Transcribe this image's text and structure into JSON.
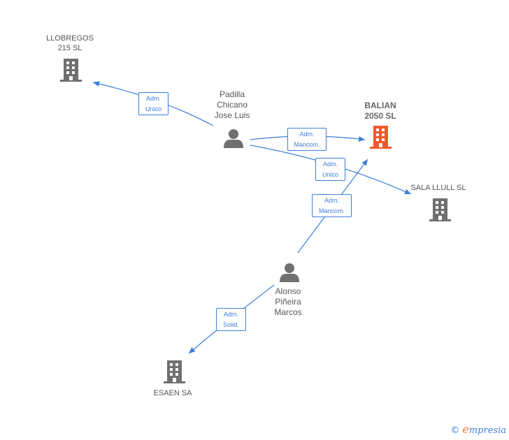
{
  "nodes": {
    "llobregos": {
      "type": "company",
      "label": "LLOBREGOS\n215 SL",
      "color": "#707070"
    },
    "balian": {
      "type": "company",
      "label": "BALIAN\n2050 SL",
      "color": "#f05a2a",
      "focus": true
    },
    "sala_llull": {
      "type": "company",
      "label": "SALA LLULL SL",
      "color": "#707070"
    },
    "esaen": {
      "type": "company",
      "label": "ESAEN SA",
      "color": "#707070"
    },
    "padilla": {
      "type": "person",
      "label": "Padilla\nChicano\nJose Luis",
      "color": "#707070"
    },
    "alonso": {
      "type": "person",
      "label": "Alonso\nPiñeira\nMarcos",
      "color": "#707070"
    }
  },
  "relations": [
    {
      "id": "padilla-llobregos",
      "line1": "Adm.",
      "line2": "Unico"
    },
    {
      "id": "padilla-balian",
      "line1": "Adm.",
      "line2": "Mancom."
    },
    {
      "id": "padilla-sala",
      "line1": "Adm.",
      "line2": "Unico"
    },
    {
      "id": "alonso-balian",
      "line1": "Adm.",
      "line2": "Mancom."
    },
    {
      "id": "alonso-esaen",
      "line1": "Adm.",
      "line2": "Solid."
    }
  ],
  "colors": {
    "edge": "#3b7fd9",
    "brand": "#3b7fd9",
    "brand_accent": "#f07a23"
  },
  "brand": {
    "copyright": "©",
    "initial": "e",
    "rest": "mpresia"
  }
}
